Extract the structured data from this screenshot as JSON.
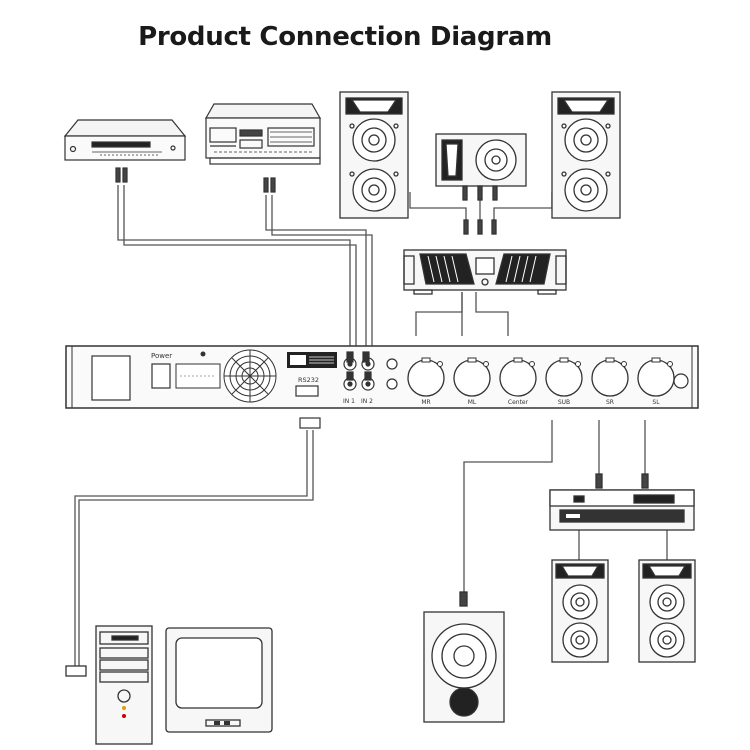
{
  "title": "Product Connection Diagram",
  "processor": {
    "power_label": "Power",
    "rs232_label": "RS232",
    "inputs": [
      "IN 1",
      "IN 2"
    ],
    "outputs": [
      "MR",
      "ML",
      "Center",
      "SUB",
      "SR",
      "SL"
    ]
  }
}
